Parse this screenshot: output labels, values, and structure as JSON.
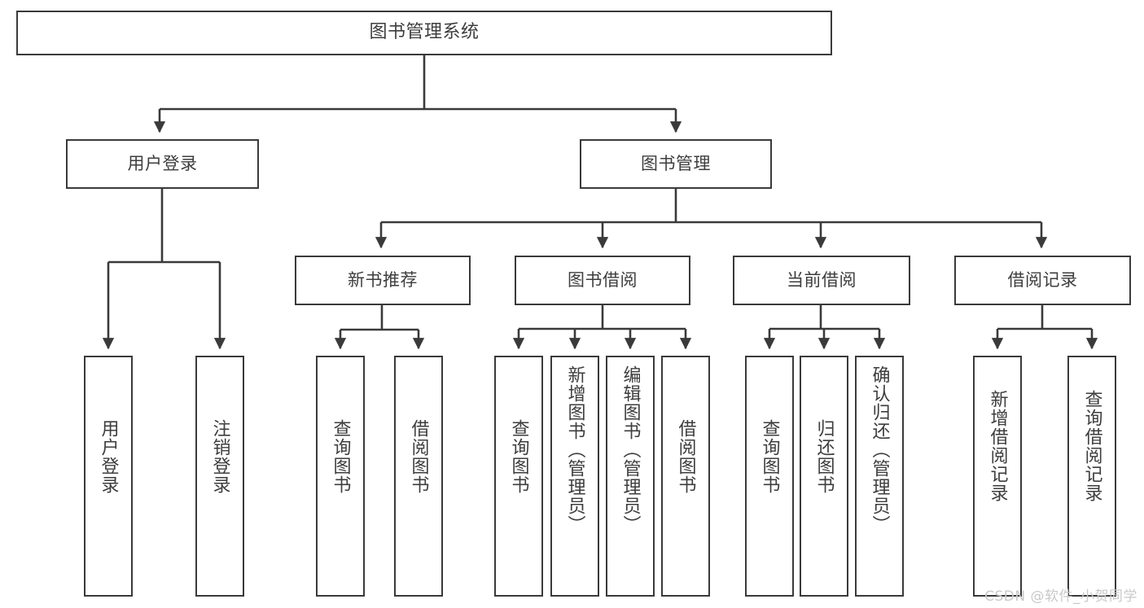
{
  "diagram": {
    "title": "图书管理系统",
    "type": "hierarchy-tree",
    "watermark": "CSDN @软件_小贺同学",
    "colors": {
      "stroke": "#3a3a3a",
      "text": "#3d3d3d",
      "background": "#ffffff",
      "watermark": "#c9c9c9"
    },
    "levels": {
      "level1": [
        "图书管理系统"
      ],
      "level2": [
        "用户登录",
        "图书管理"
      ],
      "level3": [
        "新书推荐",
        "图书借阅",
        "当前借阅",
        "借阅记录"
      ],
      "level4": [
        "用户登录",
        "注销登录",
        "查询图书",
        "借阅图书",
        "查询图书",
        "新增图书（管理员）",
        "编辑图书（管理员）",
        "借阅图书",
        "查询图书",
        "归还图书",
        "确认归还（管理员）",
        "新增借阅记录",
        "查询借阅记录"
      ]
    },
    "nodes": {
      "root": {
        "label": "图书管理系统"
      },
      "user_login": {
        "label": "用户登录"
      },
      "book_mgmt": {
        "label": "图书管理"
      },
      "new_book_rec": {
        "label": "新书推荐"
      },
      "book_borrow": {
        "label": "图书借阅"
      },
      "current_borrow": {
        "label": "当前借阅"
      },
      "borrow_record": {
        "label": "借阅记录"
      },
      "leaf_user_login": {
        "label": "用户登录"
      },
      "leaf_logout": {
        "label": "注销登录"
      },
      "leaf_query_book_1": {
        "label": "查询图书"
      },
      "leaf_borrow_book_1": {
        "label": "借阅图书"
      },
      "leaf_query_book_2": {
        "label": "查询图书"
      },
      "leaf_add_book": {
        "label": "新增图书（管理员）"
      },
      "leaf_edit_book": {
        "label": "编辑图书（管理员）"
      },
      "leaf_borrow_book_2": {
        "label": "借阅图书"
      },
      "leaf_query_book_3": {
        "label": "查询图书"
      },
      "leaf_return_book": {
        "label": "归还图书"
      },
      "leaf_confirm_return": {
        "label": "确认归还（管理员）"
      },
      "leaf_add_record": {
        "label": "新增借阅记录"
      },
      "leaf_query_record": {
        "label": "查询借阅记录"
      }
    }
  }
}
